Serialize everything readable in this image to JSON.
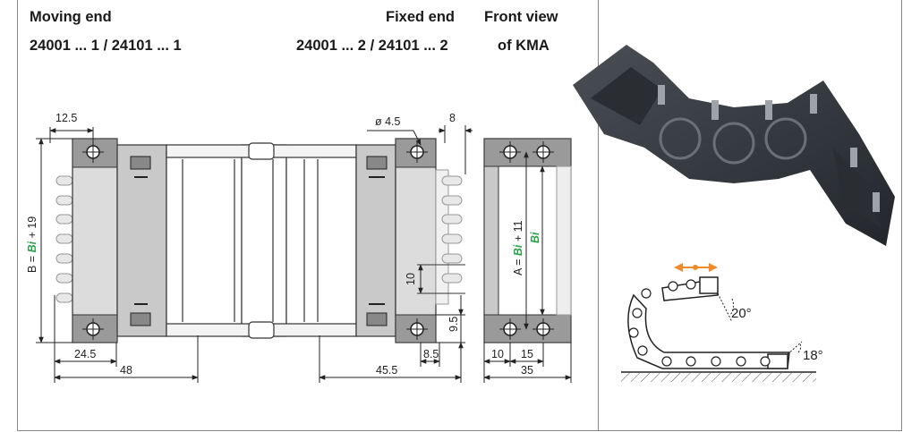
{
  "headers": {
    "moving_end": "Moving end",
    "moving_end_parts": "24001 ... 1 / 24101 ... 1",
    "fixed_end": "Fixed end",
    "fixed_end_parts": "24001 ... 2 / 24101 ... 2",
    "front_view": "Front view",
    "front_view_sub": "of KMA"
  },
  "dimensions": {
    "d_12_5": "12.5",
    "d_phi_4_5": "ø 4.5",
    "d_8": "8",
    "d_24_5": "24.5",
    "d_48": "48",
    "d_45_5": "45.5",
    "d_8_5": "8.5",
    "d_9_5": "9.5",
    "d_10_side": "10",
    "d_10_front": "10",
    "d_15": "15",
    "d_35": "35"
  },
  "vertical_labels": {
    "b_prefix": "B = ",
    "b_bi": "Bi",
    "b_suffix": " + 19",
    "a_prefix": "A = ",
    "a_bi": "Bi",
    "a_suffix": " + 11",
    "bi_only": "Bi"
  },
  "angles": {
    "angle_top": "20°",
    "angle_bottom": "18°"
  },
  "colors": {
    "bi_green": "#2aa54a",
    "arrow_orange": "#f08a2a",
    "part_gray": "#9a9a9a",
    "photo_dark": "#3c4046"
  }
}
